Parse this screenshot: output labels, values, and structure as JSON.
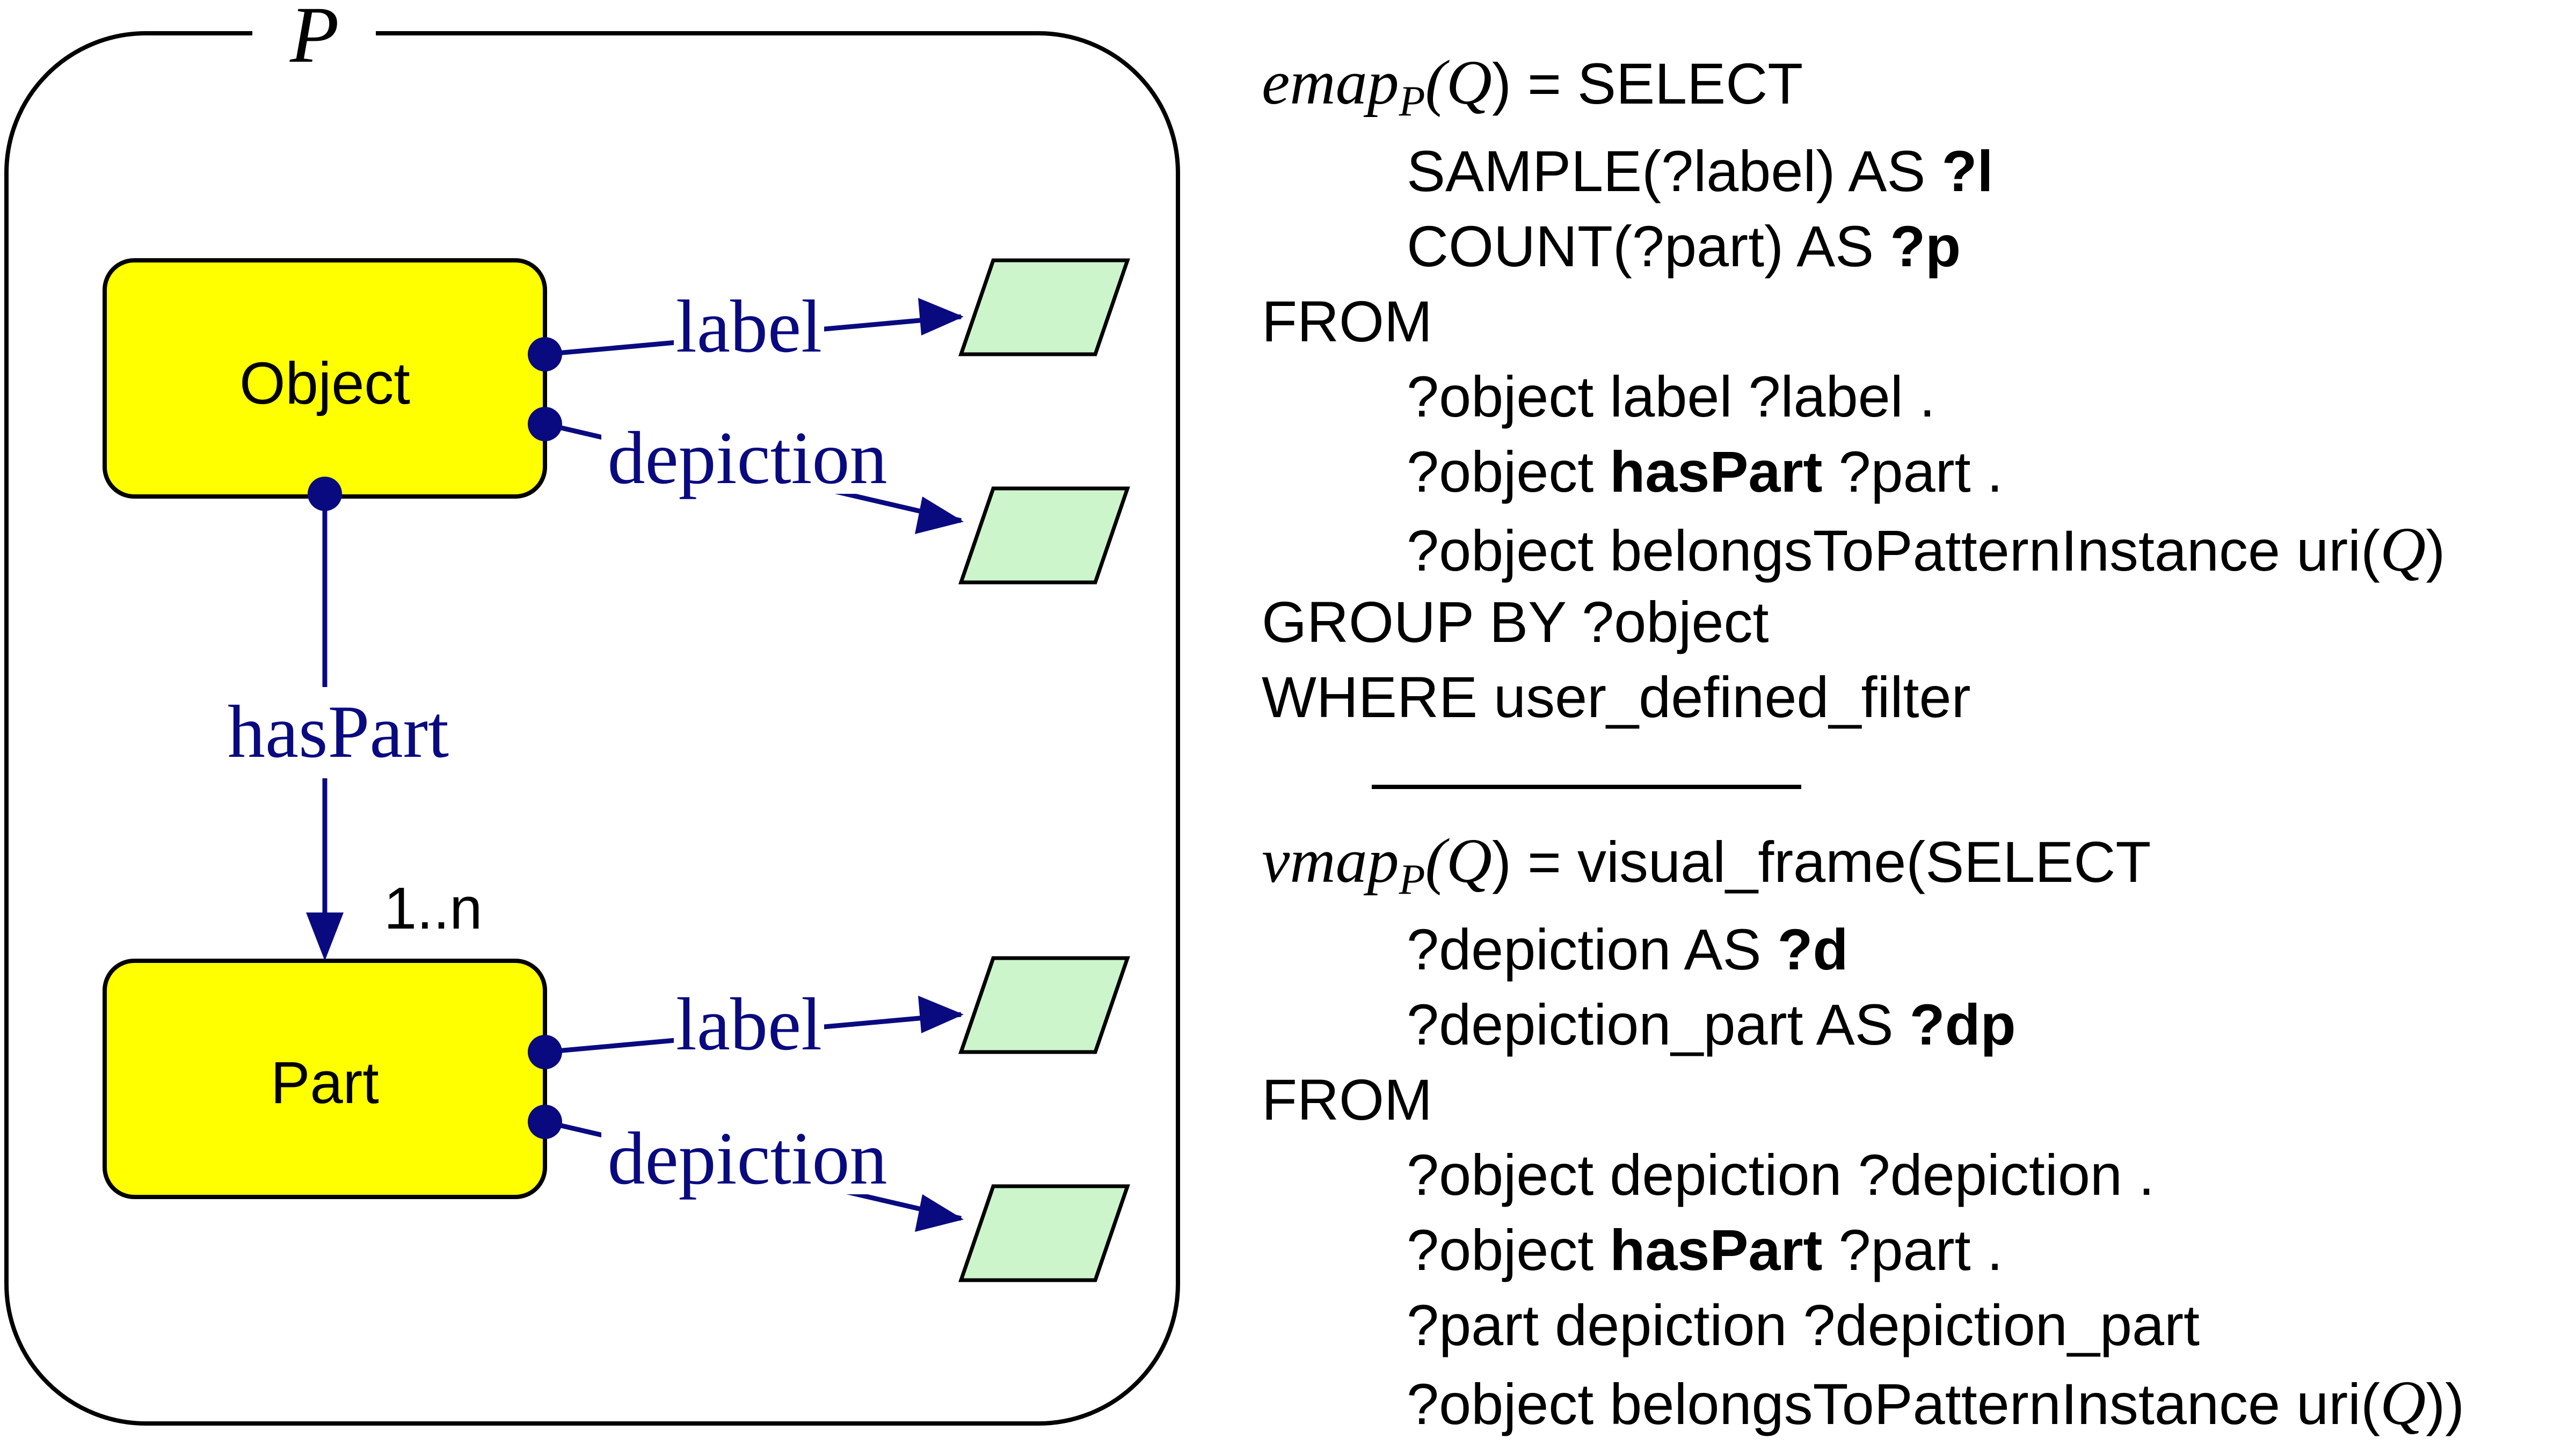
{
  "pattern": {
    "name": "P"
  },
  "nodes": {
    "object": {
      "label": "Object"
    },
    "part": {
      "label": "Part"
    }
  },
  "edges": {
    "object_label": "label",
    "object_depiction": "depiction",
    "has_part": "hasPart",
    "multiplicity": "1..n",
    "part_label": "label",
    "part_depiction": "depiction"
  },
  "colors": {
    "node_fill": "#ffff00",
    "literal_fill": "#ccf5cc",
    "edge": "#0a0a80"
  },
  "emap": {
    "fn": "emap",
    "sub": "P",
    "arg": "Q",
    "eq": ") = SELECT",
    "l1_a": "SAMPLE(?label) AS ",
    "l1_b": "?l",
    "l2_a": "COUNT(?part) AS ",
    "l2_b": "?p",
    "from": "FROM",
    "f1": "?object label ?label .",
    "f2_a": "?object ",
    "f2_b": "hasPart",
    "f2_c": " ?part .",
    "f3_a": "?object belongsToPatternInstance uri(",
    "f3_b": "Q",
    "f3_c": ")",
    "group": "GROUP BY ?object",
    "where": "WHERE user_defined_filter"
  },
  "vmap": {
    "fn": "vmap",
    "sub": "P",
    "arg": "Q",
    "eq": ") = visual_frame(SELECT",
    "l1_a": "?depiction AS ",
    "l1_b": "?d",
    "l2_a": "?depiction_part AS ",
    "l2_b": "?dp",
    "from": "FROM",
    "f1": "?object depiction ?depiction .",
    "f2_a": "?object ",
    "f2_b": "hasPart",
    "f2_c": " ?part .",
    "f3": "?part depiction ?depiction_part",
    "f4_a": "?object belongsToPatternInstance uri(",
    "f4_b": "Q",
    "f4_c": "))"
  }
}
